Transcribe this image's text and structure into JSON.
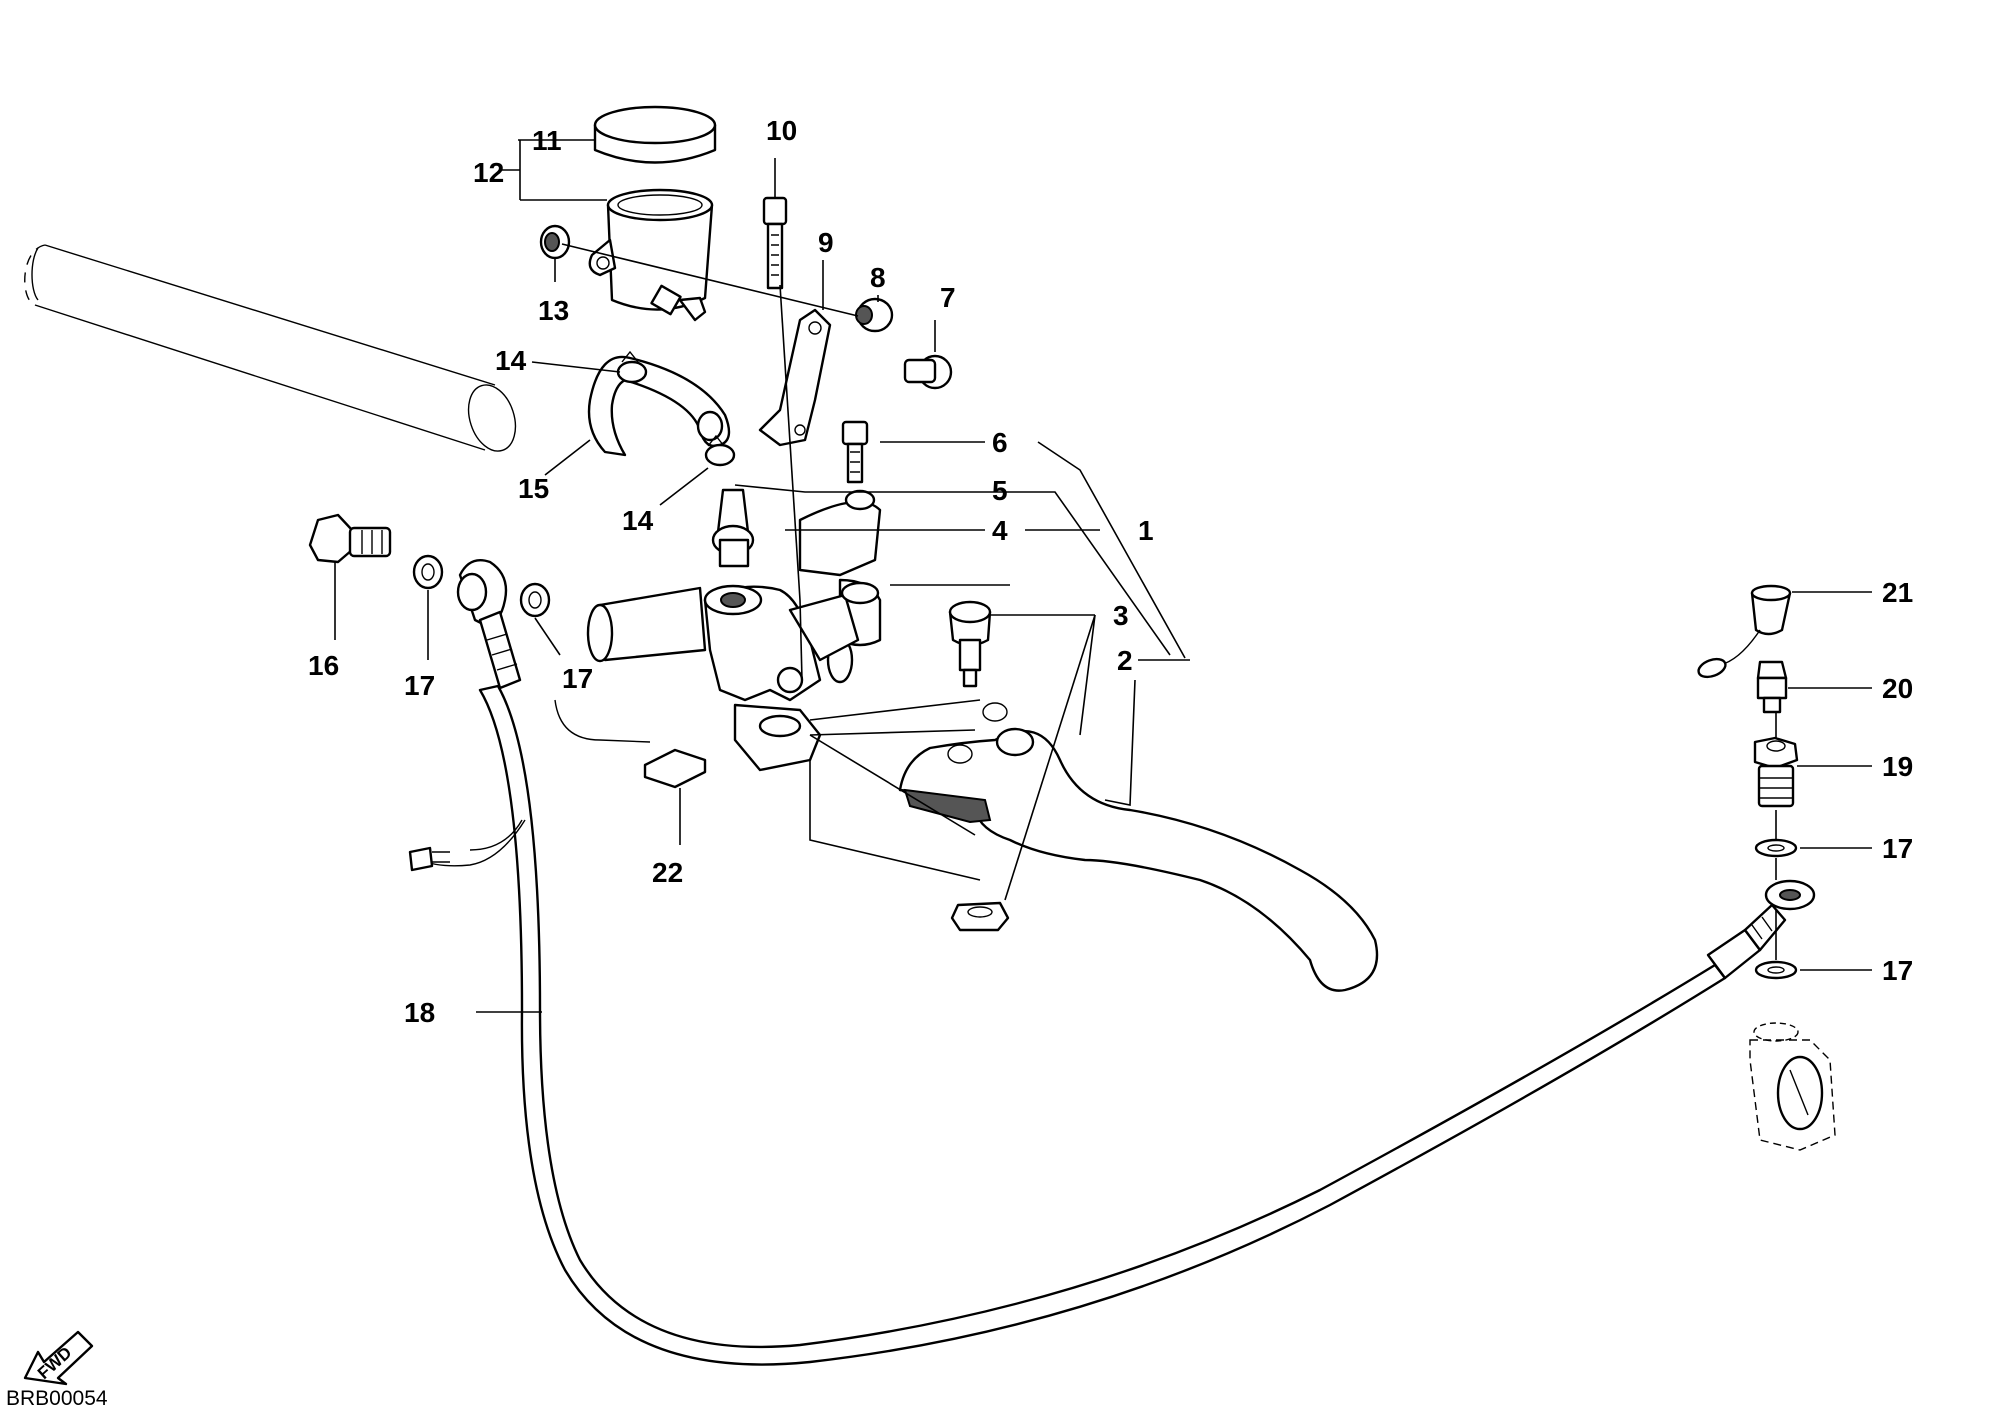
{
  "drawing_code": "BRB00054",
  "fwd_label": "FWD",
  "callouts": [
    "1",
    "2",
    "3",
    "4",
    "5",
    "6",
    "7",
    "8",
    "9",
    "10",
    "11",
    "12",
    "13",
    "14",
    "14",
    "15",
    "16",
    "17",
    "17",
    "17",
    "17",
    "18",
    "19",
    "20",
    "21",
    "22"
  ]
}
